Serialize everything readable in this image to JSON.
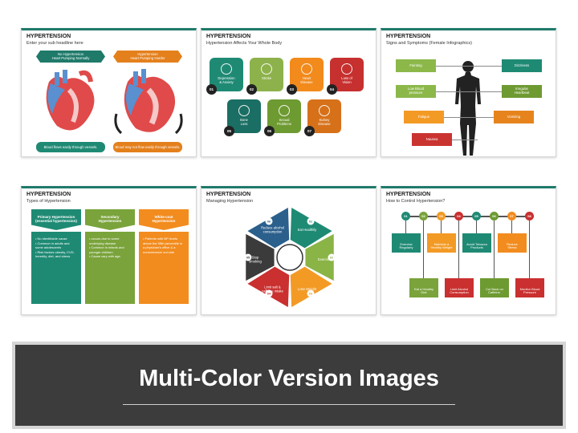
{
  "slides": {
    "s1": {
      "title": "HYPERTENSION",
      "subtitle": "Enter your sub headline here",
      "left_head": "No Hypertension\nHeart Pumping Normally",
      "right_head": "Hypertension\nHeart Pumping Harder",
      "left_foot": "Blood flows easily through vessels.",
      "right_foot": "Blood may not flow easily through vessels."
    },
    "s2": {
      "title": "HYPERTENSION",
      "subtitle": "Hypertension Affects Your Whole Body",
      "tiles": [
        {
          "num": "01",
          "label": "Depression\n& Anxiety",
          "color": "#1f8a74"
        },
        {
          "num": "02",
          "label": "Stroke",
          "color": "#8db24b"
        },
        {
          "num": "03",
          "label": "Heart\nDisease",
          "color": "#f28a1c"
        },
        {
          "num": "04",
          "label": "Loss of\nVision",
          "color": "#c6302f"
        },
        {
          "num": "05",
          "label": "Bone\nLoss",
          "color": "#1b6e63"
        },
        {
          "num": "06",
          "label": "Sexual\nProblems",
          "color": "#6e9a32"
        },
        {
          "num": "07",
          "label": "Kidney\nDisease",
          "color": "#d6711a"
        }
      ]
    },
    "s3": {
      "title": "HYPERTENSION",
      "subtitle": "Signs and Symptoms (Female Infographics)",
      "left": [
        {
          "label": "Fainting",
          "color": "#8cb84a"
        },
        {
          "label": "Low Blood\npressure",
          "color": "#8cb84a"
        },
        {
          "label": "Fatigue",
          "color": "#f39a25"
        },
        {
          "label": "Nausea",
          "color": "#c93431"
        }
      ],
      "right": [
        {
          "label": "Dizziness",
          "color": "#1f8a74"
        },
        {
          "label": "Irregular\nHeartbeat",
          "color": "#6e9a32"
        },
        {
          "label": "Vomiting",
          "color": "#e6831c"
        }
      ]
    },
    "s4": {
      "title": "HYPERTENSION",
      "subtitle": "Types of Hypertension",
      "cols": [
        {
          "head": "Primary Hypertension\n(essential hypertension)",
          "body": "• No identifiable cause\n• Common in adults and some adolescents\n• Risk factors obesity, CVD, heredity, diet, and stress",
          "color": "#1f8a74"
        },
        {
          "head": "Secondary\nHypertension",
          "body": "• occurs due to some underlying disease\n• Common in infants and younger children\n• Cause vary with age.",
          "color": "#7aa33b"
        },
        {
          "head": "White-coat\nHypertension",
          "body": "• Patients with BP levels above the 95th percentile in a physician's office & a normotensive out side",
          "color": "#f28c1e"
        }
      ]
    },
    "s5": {
      "title": "HYPERTENSION",
      "subtitle": "Managing Hypertension",
      "segments": [
        {
          "num": "01",
          "label": "Eat Healthily",
          "color": "#1f8a74"
        },
        {
          "num": "02",
          "label": "Exercise",
          "color": "#8ab446"
        },
        {
          "num": "03",
          "label": "Lose Weight",
          "color": "#f39a25"
        },
        {
          "num": "04",
          "label": "Limit salt &\ncaffeine intake",
          "color": "#c9302f"
        },
        {
          "num": "05",
          "label": "Stop\nsmoking",
          "color": "#3b3b3b"
        },
        {
          "num": "06",
          "label": "Reduce alcohol\nconsumption",
          "color": "#2b5f8c"
        }
      ]
    },
    "s6": {
      "title": "HYPERTENSION",
      "subtitle": "How to Control Hypertension?",
      "steps": [
        {
          "num": "01",
          "label": "Exercise\nRegularly",
          "color": "#1f8a74"
        },
        {
          "num": "02",
          "label": "Eat a Healthy\nDiet",
          "color": "#7aa33b"
        },
        {
          "num": "03",
          "label": "Maintain a\nHealthy Weight",
          "color": "#f39a25"
        },
        {
          "num": "04",
          "label": "Limit Alcohol\nConsumption",
          "color": "#c9302f"
        },
        {
          "num": "05",
          "label": "Avoid Tobacco\nProducts",
          "color": "#1f8a74"
        },
        {
          "num": "06",
          "label": "Cut Back on\nCaffeine.",
          "color": "#6e9a32"
        },
        {
          "num": "07",
          "label": "Reduce\nStress",
          "color": "#f28c1e"
        },
        {
          "num": "08",
          "label": "Monitor Blood\nPressure",
          "color": "#c9302f"
        }
      ]
    }
  },
  "banner": {
    "text": "Multi-Color Version Images"
  }
}
